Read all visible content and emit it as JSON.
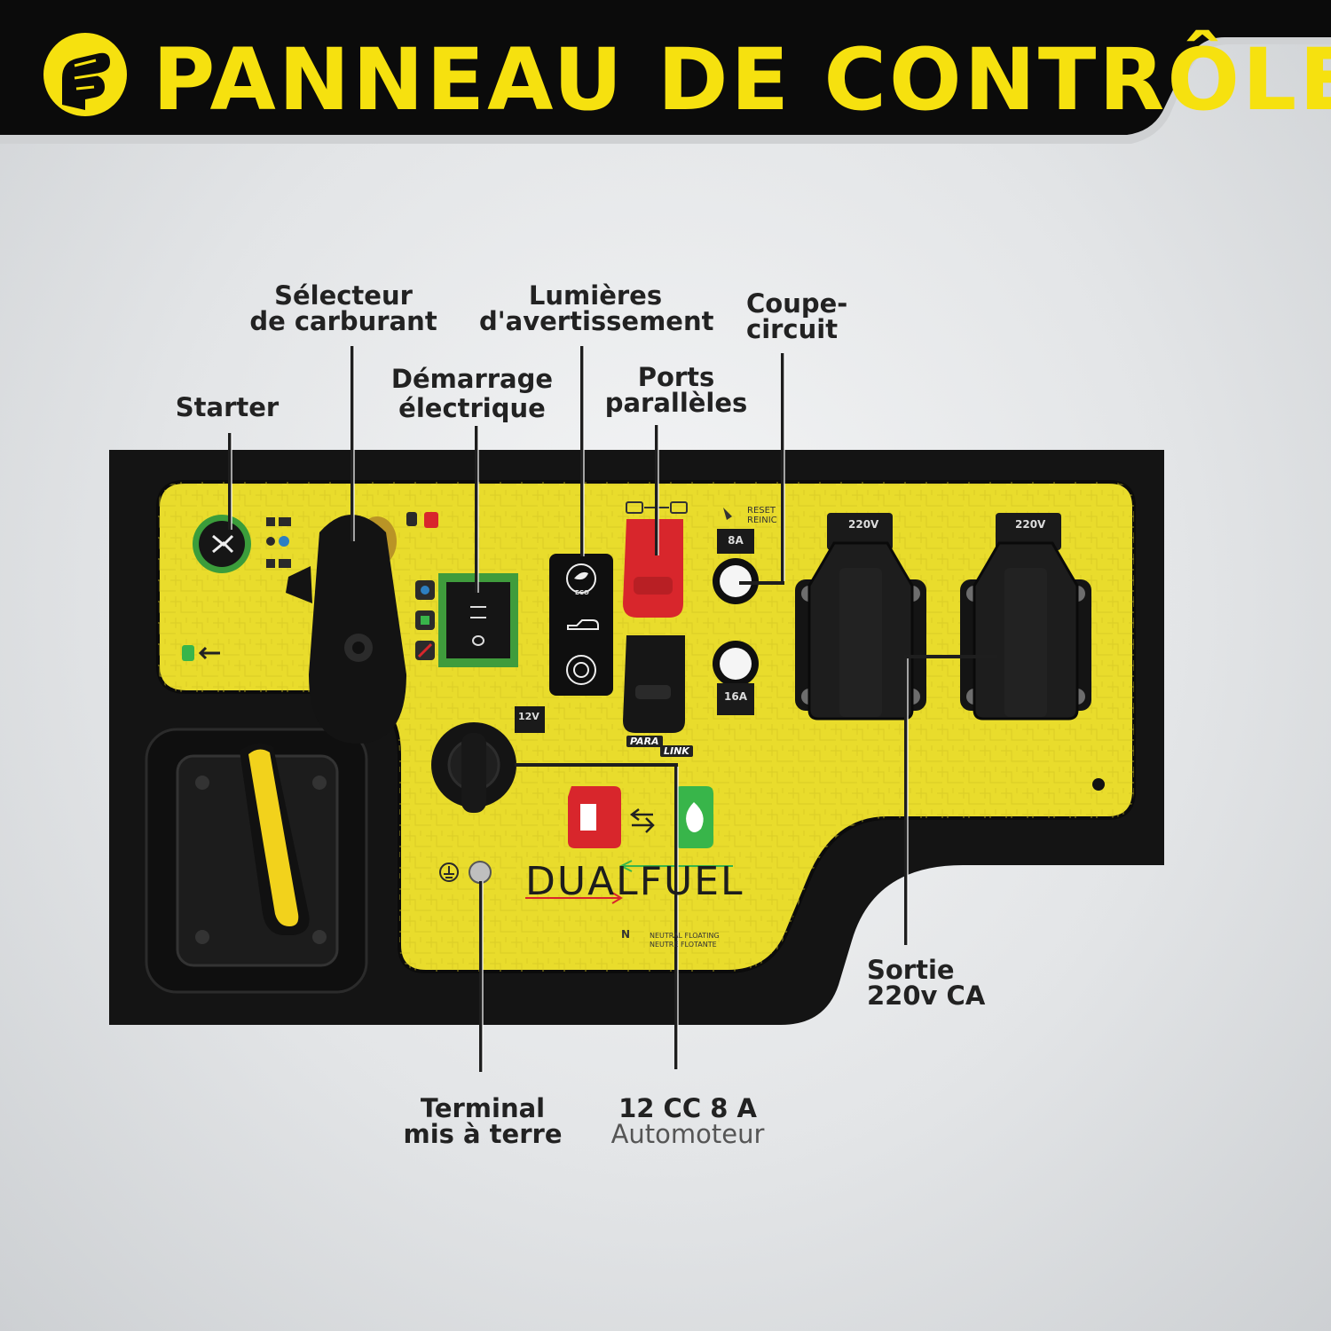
{
  "banner": {
    "title": "PANNEAU DE CONTRÔLE",
    "logo_icon": "fist-icon"
  },
  "labels": {
    "starter": "Starter",
    "fuel_selector_1": "Sélecteur",
    "fuel_selector_2": "de carburant",
    "electric_start_1": "Démarrage",
    "electric_start_2": "électrique",
    "warning_lights_1": "Lumières",
    "warning_lights_2": "d'avertissement",
    "parallel_ports_1": "Ports",
    "parallel_ports_2": "parallèles",
    "breaker_1": "Coupe-",
    "breaker_2": "circuit",
    "output_1": "Sortie",
    "output_2": "220v CA",
    "ground_1": "Terminal",
    "ground_2": "mis à terre",
    "dc_1": "12 CC 8 A",
    "dc_2": "Automoteur"
  },
  "panel": {
    "outlet_left_voltage": "220V",
    "outlet_right_voltage": "220V",
    "breaker_top_rating": "8A",
    "breaker_bottom_rating": "16A",
    "reset_1": "RESET",
    "reset_2": "REINIC",
    "dc_voltage": "12V",
    "para_link_1": "PARA",
    "para_link_2": "LINK",
    "neutral_1": "NEUTRAL FLOATING",
    "neutral_2": "NEUTRE FLOTANTE",
    "neutral_symbol": "N",
    "dual_fuel": "DUALFUEL",
    "eco": "ECO"
  },
  "colors": {
    "panel_yellow": "#e9dc2c",
    "banner_black": "#0b0b0b",
    "banner_yellow": "#f6e10f",
    "accent_red": "#d8262c",
    "accent_green": "#38b54a"
  }
}
